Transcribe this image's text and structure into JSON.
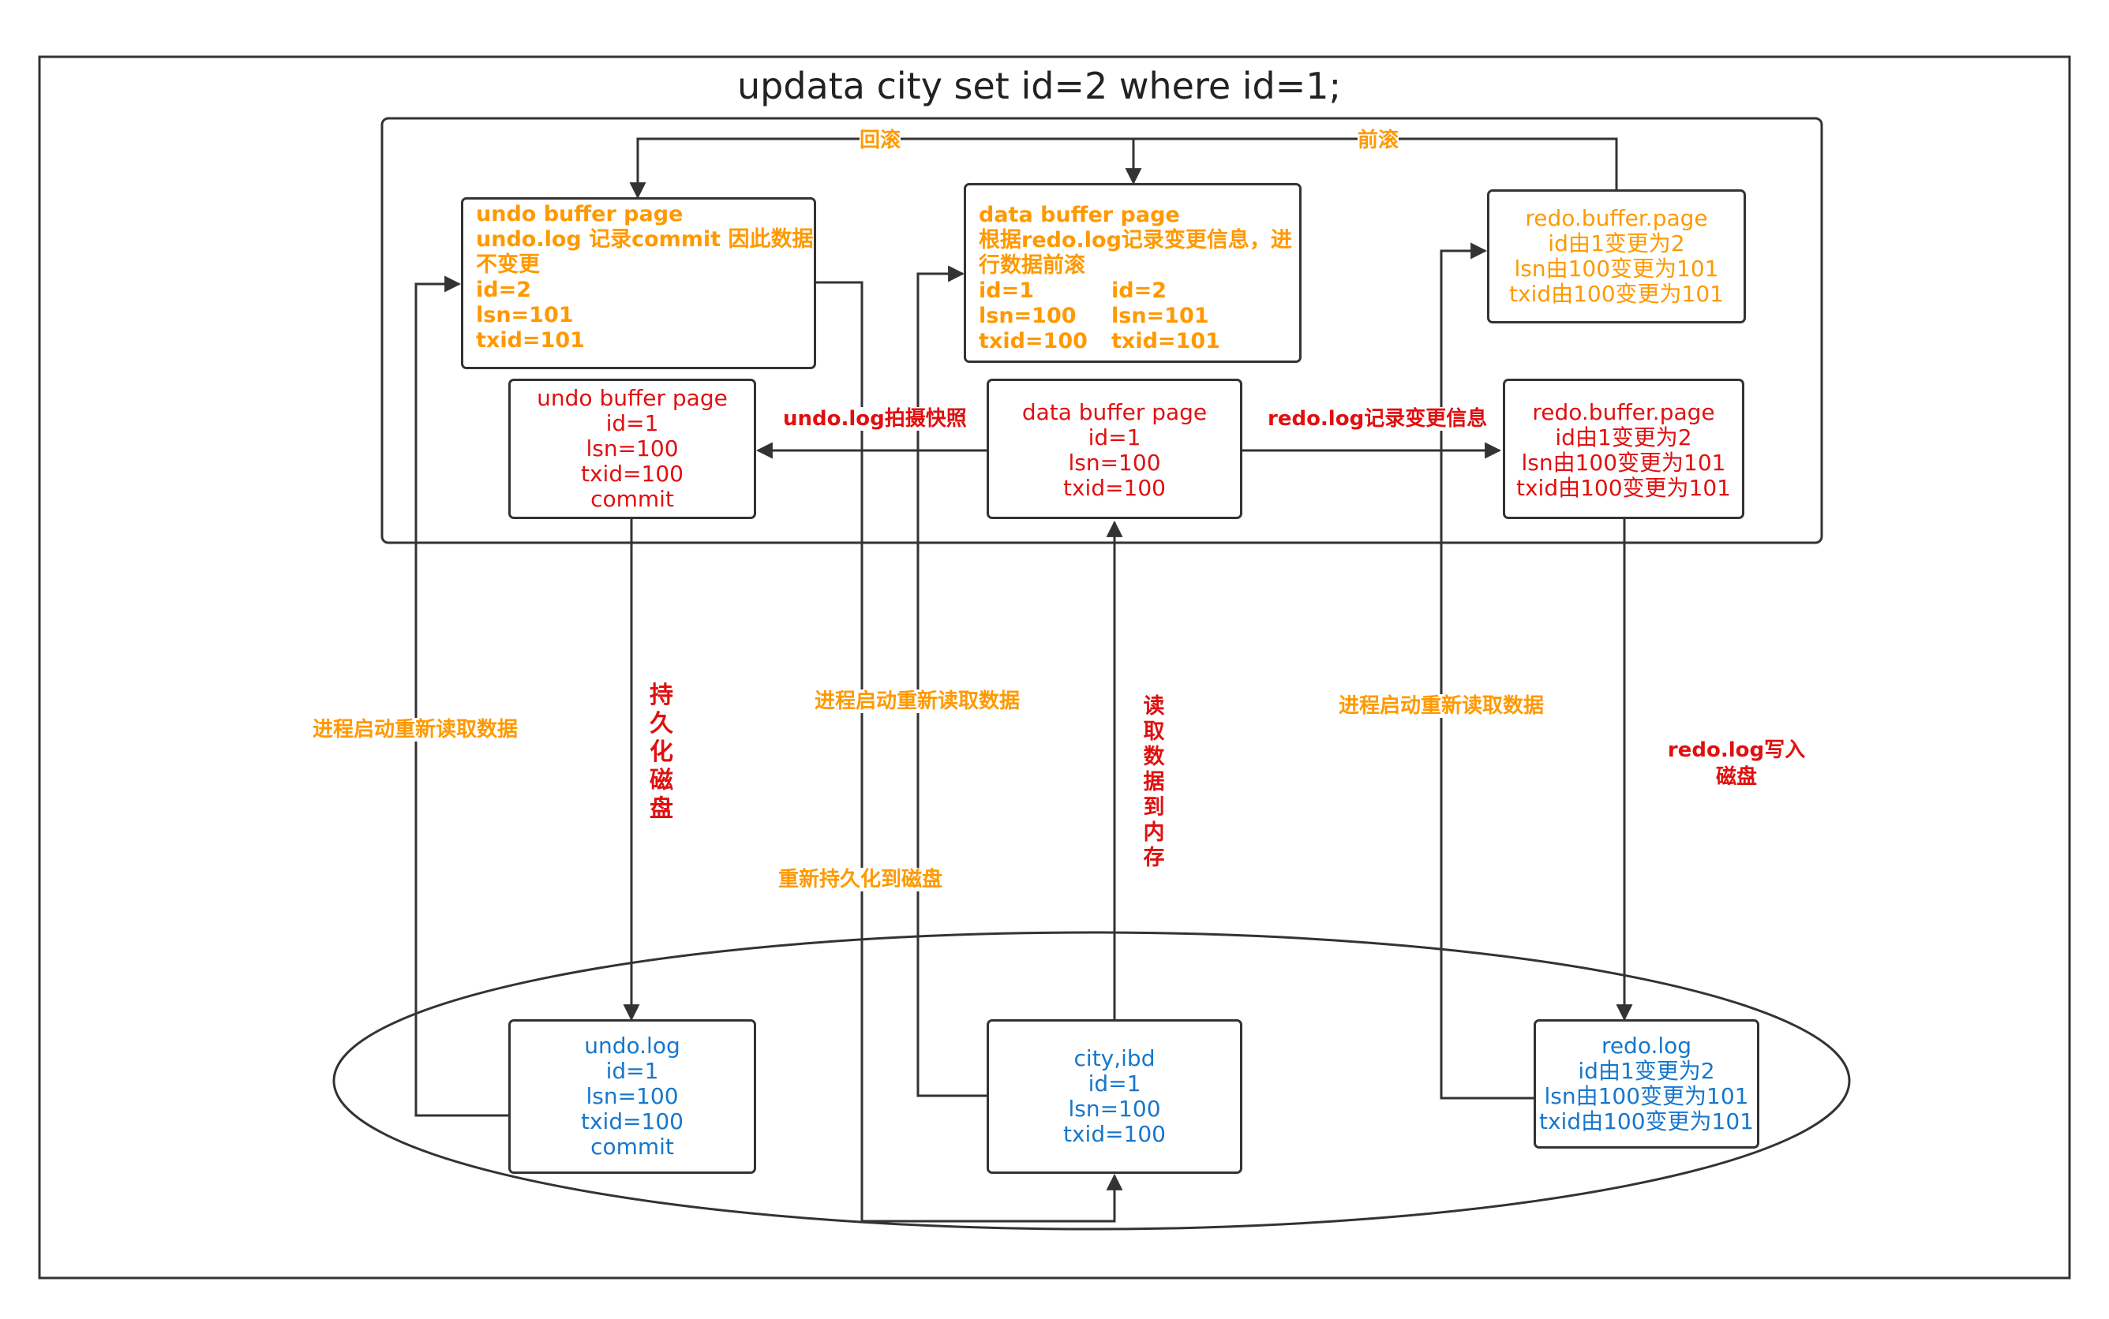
{
  "title": "updata city set id=2 where id=1;",
  "labels": {
    "rollback": "回滚",
    "rollforward": "前滚",
    "undo_snapshot": "undo.log拍摄快照",
    "redo_record": "redo.log记录变更信息",
    "persist_disk": "持久化磁盘",
    "read_to_memory": "读取数据到内存",
    "redo_write_disk": "redo.log写入磁盘",
    "restart_read_left": "进程启动重新读取数据",
    "restart_read_mid": "进程启动重新读取数据",
    "restart_read_right": "进程启动重新读取数据",
    "repersist": "重新持久化到磁盘"
  },
  "boxes": {
    "undo_buffer_after": {
      "lines": [
        "undo buffer page",
        "undo.log 记录commit 因此数据",
        "不变更",
        "id=2",
        "lsn=101",
        "txid=101"
      ]
    },
    "data_buffer_after": {
      "lines": [
        "data buffer page",
        "根据redo.log记录变更信息，进",
        "行数据前滚"
      ],
      "left": [
        "id=1",
        "lsn=100",
        "txid=100"
      ],
      "right": [
        "id=2",
        "lsn=101",
        "txid=101"
      ]
    },
    "redo_buffer_after": {
      "lines": [
        "redo.buffer.page",
        "id由1变更为2",
        "lsn由100变更为101",
        "txid由100变更为101"
      ]
    },
    "undo_buffer": {
      "lines": [
        "undo buffer page",
        "id=1",
        "lsn=100",
        "txid=100",
        "commit"
      ]
    },
    "data_buffer": {
      "lines": [
        "data buffer page",
        "id=1",
        "lsn=100",
        "txid=100"
      ]
    },
    "redo_buffer": {
      "lines": [
        "redo.buffer.page",
        "id由1变更为2",
        "lsn由100变更为101",
        "txid由100变更为101"
      ]
    },
    "undo_log": {
      "lines": [
        "undo.log",
        "id=1",
        "lsn=100",
        "txid=100",
        "commit"
      ]
    },
    "city_ibd": {
      "lines": [
        "city,ibd",
        "id=1",
        "lsn=100",
        "txid=100"
      ]
    },
    "redo_log": {
      "lines": [
        "redo.log",
        "id由1变更为2",
        "lsn由100变更为101",
        "txid由100变更为101"
      ]
    }
  },
  "colors": {
    "orange": "#ff9900",
    "red": "#e01010",
    "blue": "#1677cc",
    "line": "#333333"
  }
}
